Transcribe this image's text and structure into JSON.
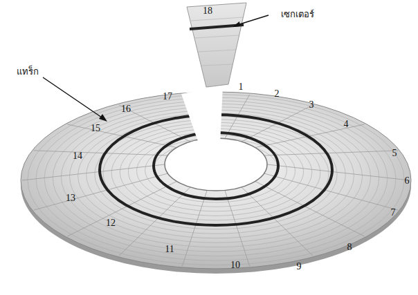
{
  "diagram": {
    "labels": [
      "เซกเตอร์",
      "แทร็ก",
      "1",
      "2",
      "3",
      "4",
      "5",
      "6",
      "7",
      "8",
      "9",
      "10",
      "11",
      "12",
      "13",
      "14",
      "15",
      "16",
      "17",
      "18"
    ]
  }
}
